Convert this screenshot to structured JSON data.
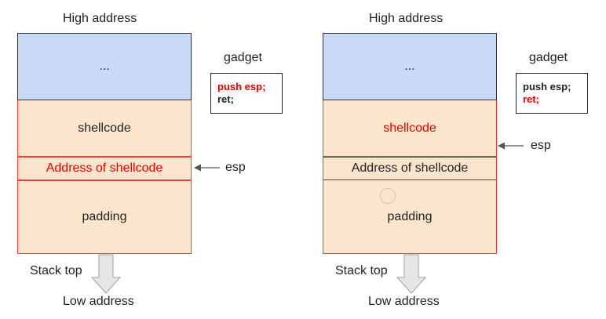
{
  "diagrams": [
    {
      "high_label": "High address",
      "low_label": "Low address",
      "stack_top_label": "Stack top",
      "segments": {
        "dots": "...",
        "shellcode": "shellcode",
        "address": "Address of shellcode",
        "padding": "padding"
      },
      "gadget": {
        "title": "gadget",
        "line1": "push esp;",
        "line2": "ret;"
      },
      "pointer_label": "esp"
    },
    {
      "high_label": "High address",
      "low_label": "Low address",
      "stack_top_label": "Stack top",
      "segments": {
        "dots": "...",
        "shellcode": "shellcode",
        "address": "Address of shellcode",
        "padding": "padding"
      },
      "gadget": {
        "title": "gadget",
        "line1": "push esp;",
        "line2": "ret;"
      },
      "pointer_label": "esp"
    }
  ],
  "colors": {
    "highlight": "#ea0000",
    "stack_upper": "#c9daf8",
    "stack_lower": "#fce5cd",
    "border_red": "#ea4335",
    "arrow_fill": "#e6e6e6"
  }
}
